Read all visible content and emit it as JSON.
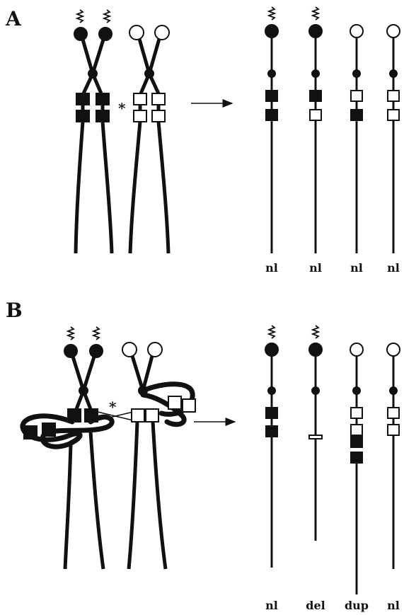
{
  "panels": [
    {
      "label": "A",
      "asterisk": "*",
      "products": [
        "nl",
        "nl",
        "nl",
        "nl"
      ]
    },
    {
      "label": "B",
      "asterisk": "*",
      "products": [
        "nl",
        "del",
        "dup",
        "nl"
      ]
    }
  ]
}
